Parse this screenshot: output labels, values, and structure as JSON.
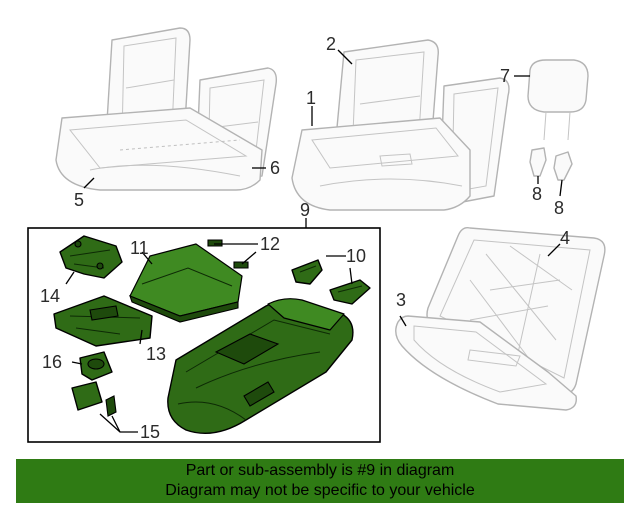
{
  "callouts": {
    "c1": "1",
    "c2": "2",
    "c3": "3",
    "c4": "4",
    "c5": "5",
    "c6": "6",
    "c7": "7",
    "c8a": "8",
    "c8b": "8",
    "c9": "9",
    "c10": "10",
    "c11": "11",
    "c12": "12",
    "c13": "13",
    "c14": "14",
    "c15": "15",
    "c16": "16"
  },
  "banner": {
    "line1": "Part or sub-assembly is #9 in diagram",
    "line2": "Diagram may not be specific to your vehicle"
  },
  "colors": {
    "highlight": "#2f6b16",
    "banner_bg": "#2f7b14",
    "ghost": "#b3b3b3"
  }
}
